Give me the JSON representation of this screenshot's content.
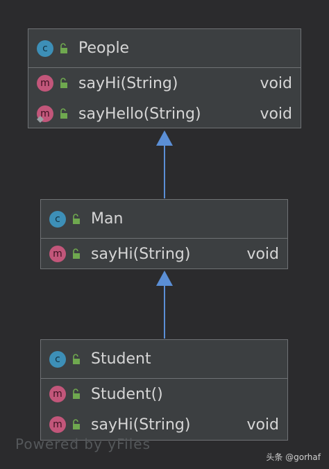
{
  "classes": {
    "people": {
      "name": "People",
      "methods": [
        {
          "badge": "m",
          "name": "sayHi(String)",
          "return": "void"
        },
        {
          "badge": "m",
          "name": "sayHello(String)",
          "return": "void"
        }
      ]
    },
    "man": {
      "name": "Man",
      "methods": [
        {
          "badge": "m",
          "name": "sayHi(String)",
          "return": "void"
        }
      ]
    },
    "student": {
      "name": "Student",
      "constructors": [
        {
          "badge": "m",
          "name": "Student()",
          "return": ""
        }
      ],
      "methods": [
        {
          "badge": "m",
          "name": "sayHi(String)",
          "return": "void"
        }
      ]
    }
  },
  "badges": {
    "class": "c",
    "method": "m"
  },
  "colors": {
    "background": "#2b2b2d",
    "box": "#3c3f41",
    "border": "#6f7275",
    "arrow": "#5b8fd6",
    "class_badge": "#3d8fb7",
    "method_badge": "#c2567a",
    "lock": "#6fa84f",
    "text": "#d6d6d6"
  },
  "icons": {
    "class": "class-icon",
    "method": "method-icon",
    "visibility": "public-lock-icon",
    "inheritance": "inheritance-arrow-icon"
  },
  "watermark": "Powered by yFiles",
  "credit": "头条 @gorhaf"
}
